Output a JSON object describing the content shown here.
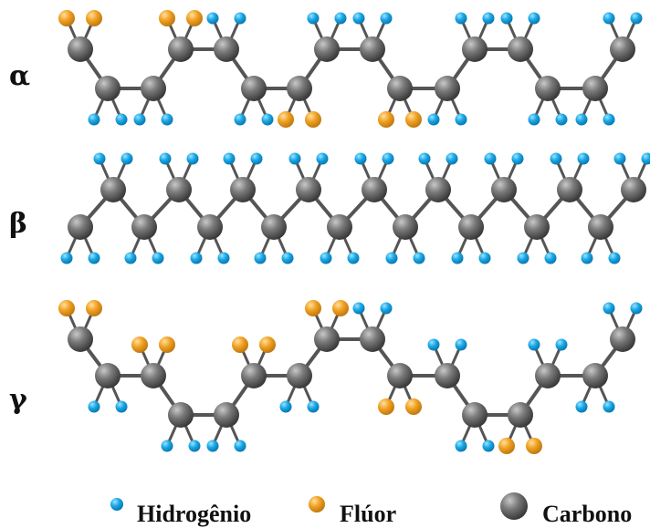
{
  "phases": [
    {
      "label": "α",
      "sequence": "FFHHHHFFHHHHFFHHHHFFHH"
    },
    {
      "label": "β",
      "sequence": "HHHHHHHHHHHHHHHHHHHHHHHHHHHHHH"
    },
    {
      "label": "γ",
      "sequence": "FFHHFFHHHHFFHHFFHHFFHHHHFFHH"
    }
  ],
  "legend": {
    "hydrogen": "Hidrogênio",
    "fluorine": "Flúor",
    "carbon": "Carbono"
  },
  "colors": {
    "carbon": "#6e6e6e",
    "carbon_dark": "#3a3a3a",
    "hydrogen": "#18a8e6",
    "fluorine": "#f0a021",
    "bond": "#555555"
  }
}
